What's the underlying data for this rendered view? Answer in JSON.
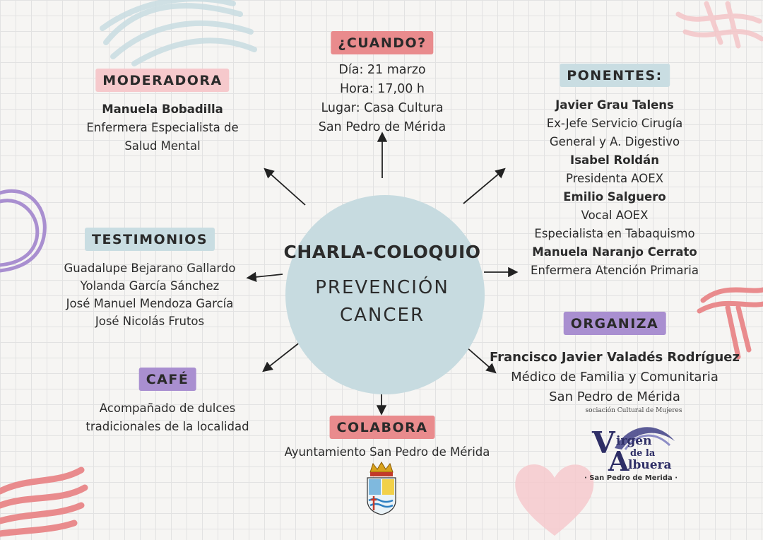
{
  "center": {
    "title": "CHARLA-COLOQUIO",
    "line1": "PREVENCIÓN",
    "line2": "CANCER"
  },
  "cuando": {
    "label": "¿CUANDO?",
    "lines": [
      "Día: 21 marzo",
      "Hora: 17,00 h",
      "Lugar: Casa Cultura",
      "San Pedro de Mérida"
    ]
  },
  "moderadora": {
    "label": "MODERADORA",
    "name": "Manuela Bobadilla",
    "lines": [
      "Enfermera Especialista de",
      "Salud Mental"
    ]
  },
  "ponentes": {
    "label": "PONENTES:",
    "items": [
      {
        "name": "Javier Grau Talens",
        "lines": [
          "Ex-Jefe Servicio Cirugía",
          "General y A. Digestivo"
        ]
      },
      {
        "name": "Isabel Roldán",
        "lines": [
          "Presidenta AOEX"
        ]
      },
      {
        "name": "Emilio Salguero",
        "lines": [
          "Vocal AOEX",
          "Especialista en Tabaquismo"
        ]
      },
      {
        "name": "Manuela Naranjo Cerrato",
        "lines": [
          "Enfermera Atención Primaria"
        ]
      }
    ]
  },
  "testimonios": {
    "label": "TESTIMONIOS",
    "names": [
      "Guadalupe Bejarano Gallardo",
      "Yolanda García Sánchez",
      "José Manuel Mendoza García",
      "José Nicolás Frutos"
    ]
  },
  "organiza": {
    "label": "ORGANIZA",
    "name": "Francisco Javier Valadés Rodríguez",
    "lines": [
      "Médico de Familia y Comunitaria",
      "San Pedro de Mérida"
    ]
  },
  "cafe": {
    "label": "CAFÉ",
    "lines": [
      "Acompañado de dulces",
      "tradicionales de la localidad"
    ]
  },
  "colabora": {
    "label": "COLABORA",
    "text": "Ayuntamiento San Pedro de Mérida"
  },
  "logo": {
    "caption": "sociación Cultural de Mujeres",
    "v": "V",
    "irgen": "irgen",
    "de_la": "de la",
    "a": "A",
    "lbuera": "lbuera",
    "place": "· San Pedro de Merida ·"
  },
  "colors": {
    "pink": "#f6c9cc",
    "red": "#e98b8d",
    "blue": "#c9dde2",
    "purple": "#a98fd0",
    "circle": "#c7dbe0"
  }
}
